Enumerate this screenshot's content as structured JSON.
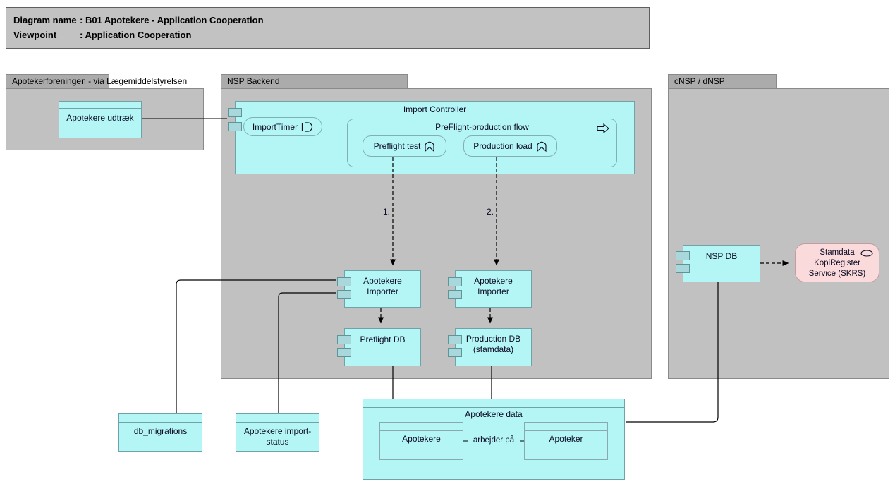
{
  "title_block": {
    "row1": {
      "label": "Diagram name",
      "value": ": B01 Apotekere - Application Cooperation"
    },
    "row2": {
      "label": "Viewpoint",
      "value": ": Application Cooperation"
    }
  },
  "groups": {
    "apotekerforeningen": {
      "label": "Apotekerforeningen  - via Lægemiddelstyrelsen"
    },
    "nsp_backend": {
      "label": "NSP Backend"
    },
    "cnsp_dnsp": {
      "label": "cNSP / dNSP"
    }
  },
  "elements": {
    "apotekere_udtraek": {
      "label": "Apotekere udtræk"
    },
    "import_controller": {
      "label": "Import Controller"
    },
    "import_timer": {
      "label": "ImportTimer",
      "icon": "event-icon"
    },
    "preflight_flow": {
      "label": "PreFlight-production flow",
      "icon": "process-arrow-icon"
    },
    "preflight_test": {
      "label": "Preflight test",
      "icon": "function-icon"
    },
    "production_load": {
      "label": "Production load",
      "icon": "function-icon"
    },
    "apotekere_importer_preflight": {
      "label": "Apotekere Importer"
    },
    "apotekere_importer_production": {
      "label": "Apotekere Importer"
    },
    "preflight_db": {
      "label": "Preflight DB"
    },
    "production_db": {
      "label": "Production DB (stamdata)"
    },
    "nsp_db": {
      "label": "NSP DB"
    },
    "skrs": {
      "label": "Stamdata KopiRegister Service (SKRS)",
      "icon": "service-oval-icon"
    },
    "apotekere_data": {
      "label": "Apotekere data"
    },
    "apotekere_object": {
      "label": "Apotekere"
    },
    "apoteker_object": {
      "label": "Apoteker"
    },
    "db_migrations": {
      "label": "db_migrations"
    },
    "apotekere_import_status": {
      "label": "Apotekere import-status"
    }
  },
  "connectors": {
    "flow_preflight_label": "1.",
    "flow_production_label": "2.",
    "arbejder_label": "arbejder på"
  },
  "colors": {
    "element_fill": "#b4f5f6",
    "element_border": "#6fa3a8",
    "group_fill": "#c1c1c1",
    "group_tab_fill": "#ababab",
    "external_service_fill": "#fbdadc",
    "title_fill": "#c2c2c2",
    "connector": "#000000"
  }
}
